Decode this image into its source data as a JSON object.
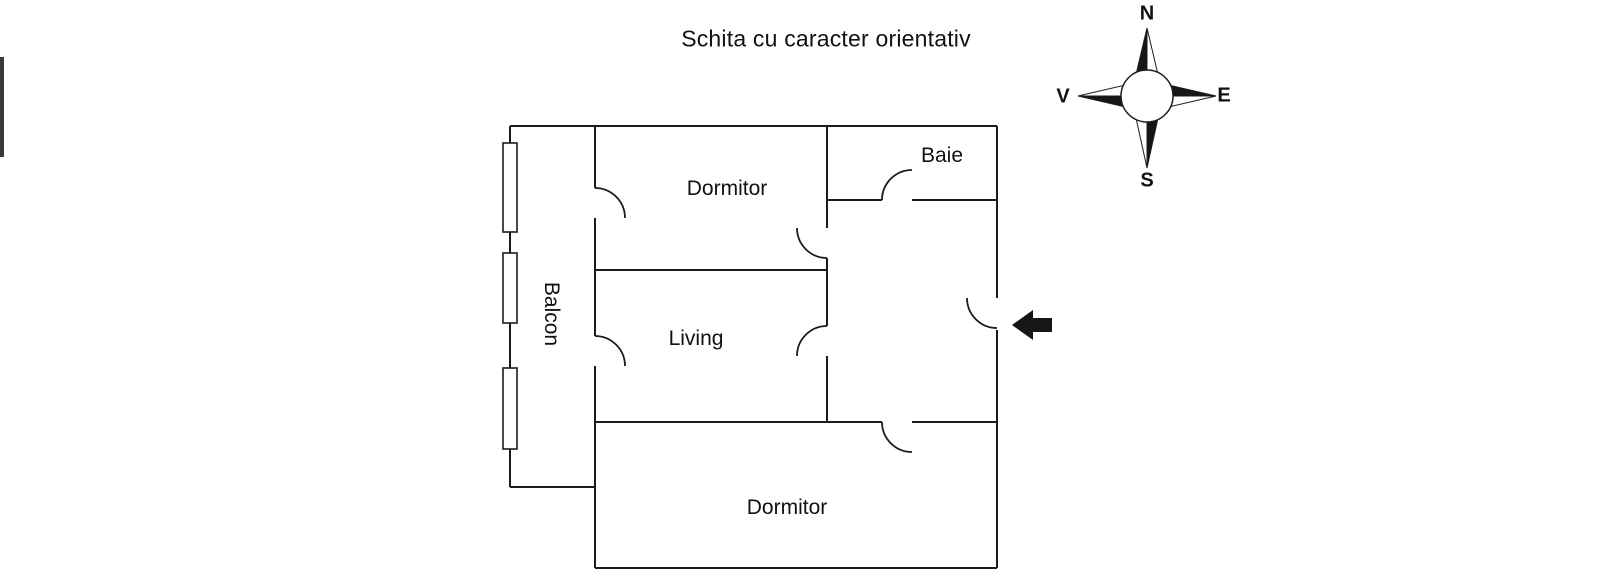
{
  "title": "Schita cu caracter orientativ",
  "compass": {
    "north": "N",
    "south": "S",
    "west": "V",
    "east": "E"
  },
  "rooms": {
    "balcony": "Balcon",
    "bedroom_top": "Dormitor",
    "bathroom": "Baie",
    "living": "Living",
    "bedroom_bottom": "Dormitor"
  },
  "colors": {
    "line": "#1c1c1c",
    "fill_dark": "#161616",
    "background": "#ffffff"
  }
}
